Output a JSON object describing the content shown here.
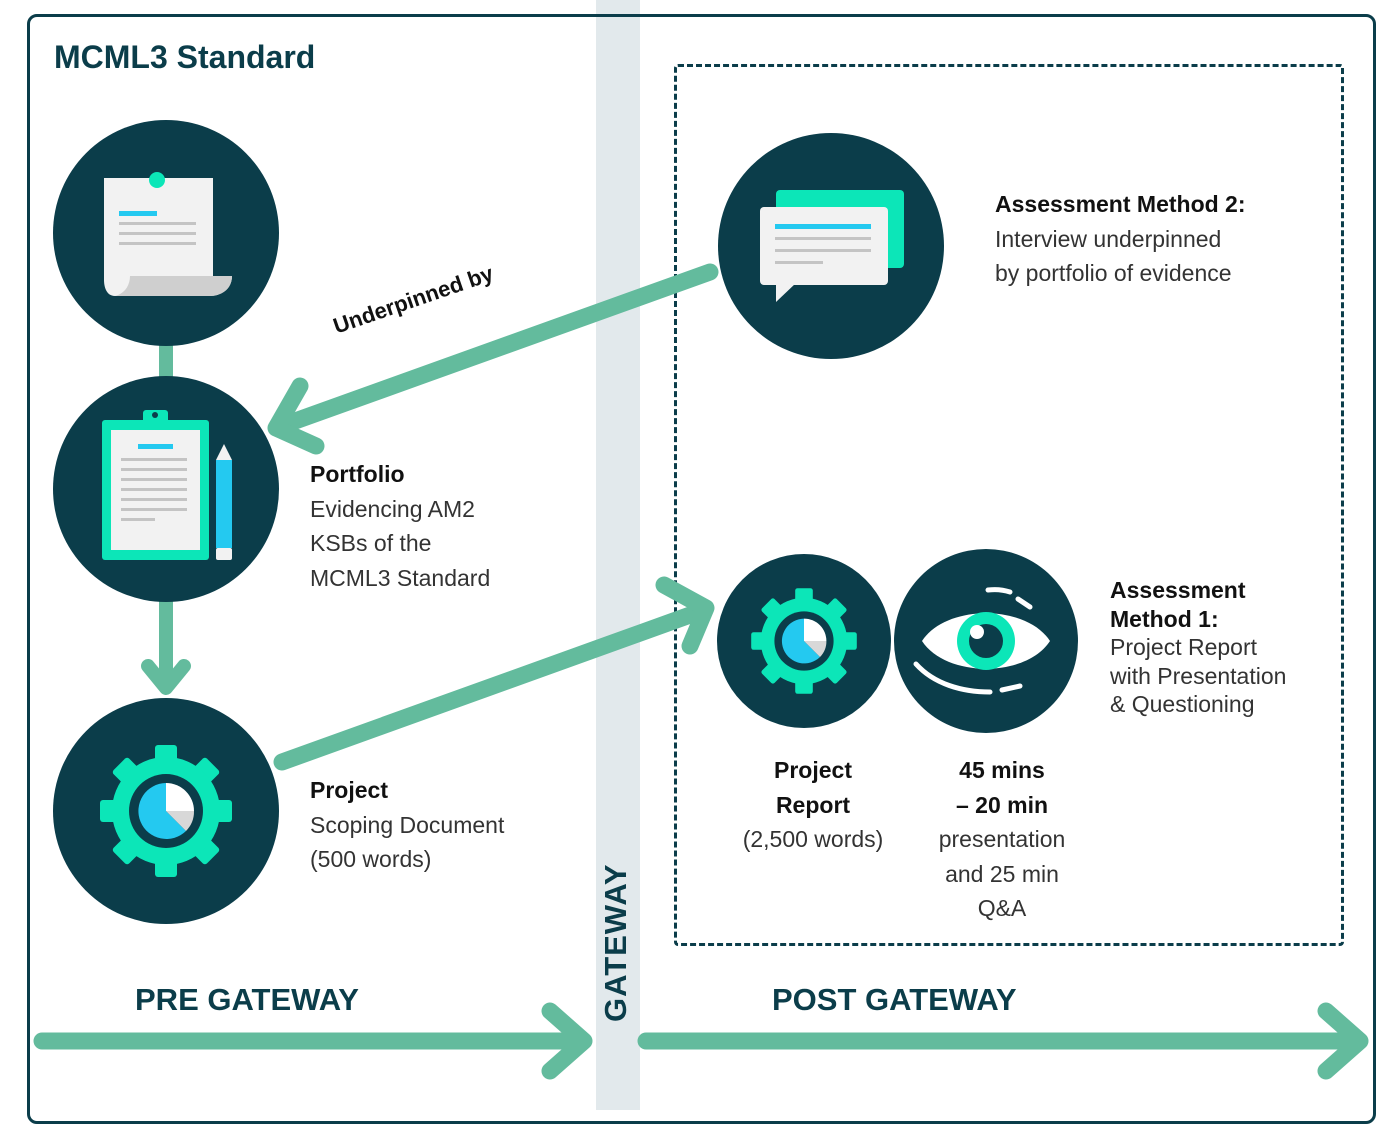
{
  "title": "MCML3 Standard",
  "colors": {
    "navy": "#0b3d4a",
    "green": "#63bb9d",
    "mint": "#0ce6b8",
    "cyan": "#24c9f0",
    "gateway_band": "#e2e9ec"
  },
  "arrows": {
    "underpinned_label": "Underpinned by"
  },
  "icons": {
    "document": "document-icon",
    "portfolio": "clipboard-pencil-icon",
    "project": "gear-chart-icon",
    "interview": "speech-bubbles-icon",
    "report": "gear-chart-icon",
    "presentation": "eye-icon"
  },
  "portfolio": {
    "heading": "Portfolio",
    "lines": [
      "Evidencing AM2",
      "KSBs of the",
      "MCML3 Standard"
    ]
  },
  "project": {
    "heading": "Project",
    "lines": [
      "Scoping Document",
      "(500 words)"
    ]
  },
  "am2": {
    "heading": "Assessment Method 2:",
    "lines": [
      "Interview underpinned",
      "by portfolio of evidence"
    ]
  },
  "am1": {
    "heading_lines": [
      "Assessment",
      "Method 1:"
    ],
    "lines": [
      "Project Report",
      "with Presentation",
      "& Questioning"
    ]
  },
  "report": {
    "heading_lines": [
      "Project",
      "Report"
    ],
    "lines": [
      "(2,500 words)"
    ]
  },
  "presentation": {
    "heading_lines": [
      "45 mins",
      "– 20 min"
    ],
    "lines": [
      "presentation",
      "and 25 min",
      "Q&A"
    ]
  },
  "phases": {
    "pre": "PRE GATEWAY",
    "gateway": "GATEWAY",
    "post": "POST GATEWAY"
  }
}
